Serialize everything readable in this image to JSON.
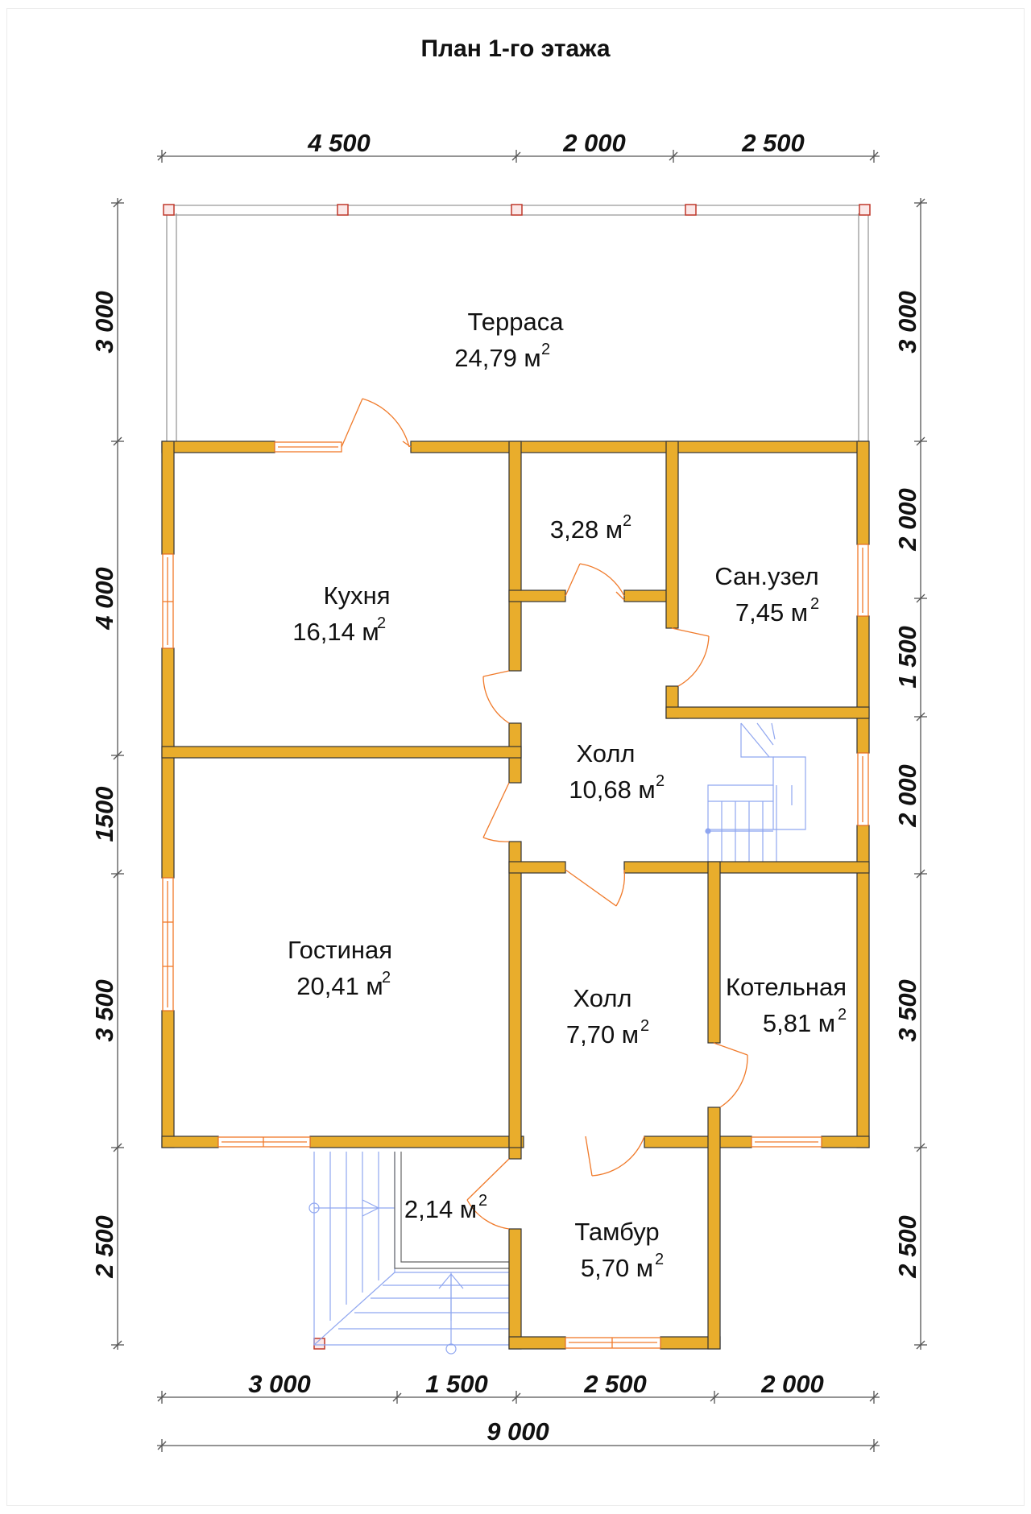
{
  "title": "План 1-го этажа",
  "dimensions": {
    "top": [
      "4 500",
      "2 000",
      "2 500"
    ],
    "bottom": [
      "3 000",
      "1 500",
      "2 500",
      "2 000"
    ],
    "total": "9 000",
    "left": [
      "3 000",
      "4 000",
      "1500",
      "3 500",
      "2 500"
    ],
    "right": [
      "3 000",
      "2 000",
      "1 500",
      "2 000",
      "3 500",
      "2 500"
    ]
  },
  "rooms": {
    "terrace": {
      "name": "Терраса",
      "area": "24,79 м"
    },
    "kitchen": {
      "name": "Кухня",
      "area": "16,14 м"
    },
    "pantry": {
      "name": "",
      "area": "3,28 м"
    },
    "bathroom": {
      "name": "Сан.узел",
      "area": "7,45 м"
    },
    "hall1": {
      "name": "Холл",
      "area": "10,68 м"
    },
    "living": {
      "name": "Гостиная",
      "area": "20,41 м"
    },
    "hall2": {
      "name": "Холл",
      "area": "7,70 м"
    },
    "boiler": {
      "name": "Котельная",
      "area": "5,81 м"
    },
    "porch_area": {
      "name": "",
      "area": "2,14 м"
    },
    "vestibule": {
      "name": "Тамбур",
      "area": "5,70 м"
    }
  },
  "area_superscript": "2",
  "colors": {
    "wall": "#e9ad2c",
    "wall_outline": "#333333",
    "door": "#f07a2a",
    "stairs": "#8fa6f0",
    "column": "#c0392b"
  }
}
